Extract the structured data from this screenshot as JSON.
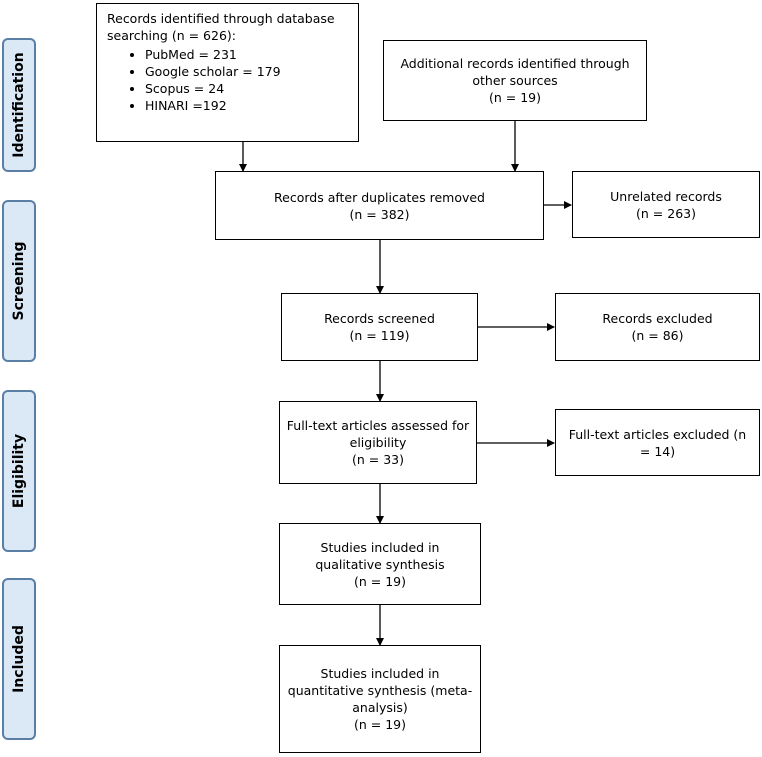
{
  "phases": {
    "identification": "Identification",
    "screening": "Screening",
    "eligibility": "Eligibility",
    "included": "Included"
  },
  "boxes": {
    "database": {
      "line1": "Records identified through database",
      "line2": "searching (n = 626):",
      "sources": [
        "PubMed = 231",
        "Google scholar = 179",
        "Scopus = 24",
        "HINARI =192"
      ]
    },
    "additional": {
      "line1": "Additional records identified through",
      "line2": "other sources",
      "count": "(n =  19)"
    },
    "duplicates_removed": {
      "line1": "Records after duplicates removed",
      "count": "(n =  382)"
    },
    "unrelated": {
      "line1": "Unrelated records",
      "count": "(n = 263)"
    },
    "screened": {
      "line1": "Records screened",
      "count": "(n =  119)"
    },
    "excluded": {
      "line1": "Records excluded",
      "count": "(n = 86)"
    },
    "fulltext_assessed": {
      "line1": "Full-text articles assessed for",
      "line2": "eligibility",
      "count": "(n =  33)"
    },
    "fulltext_excluded": {
      "line1": "Full-text articles excluded (n",
      "line2": "=  14)"
    },
    "qualitative": {
      "line1": "Studies included in",
      "line2": "qualitative synthesis",
      "count": "(n =  19)"
    },
    "quantitative": {
      "line1": "Studies included in",
      "line2": "quantitative synthesis (meta-",
      "line3": "analysis)",
      "count": "(n =  19)"
    }
  }
}
